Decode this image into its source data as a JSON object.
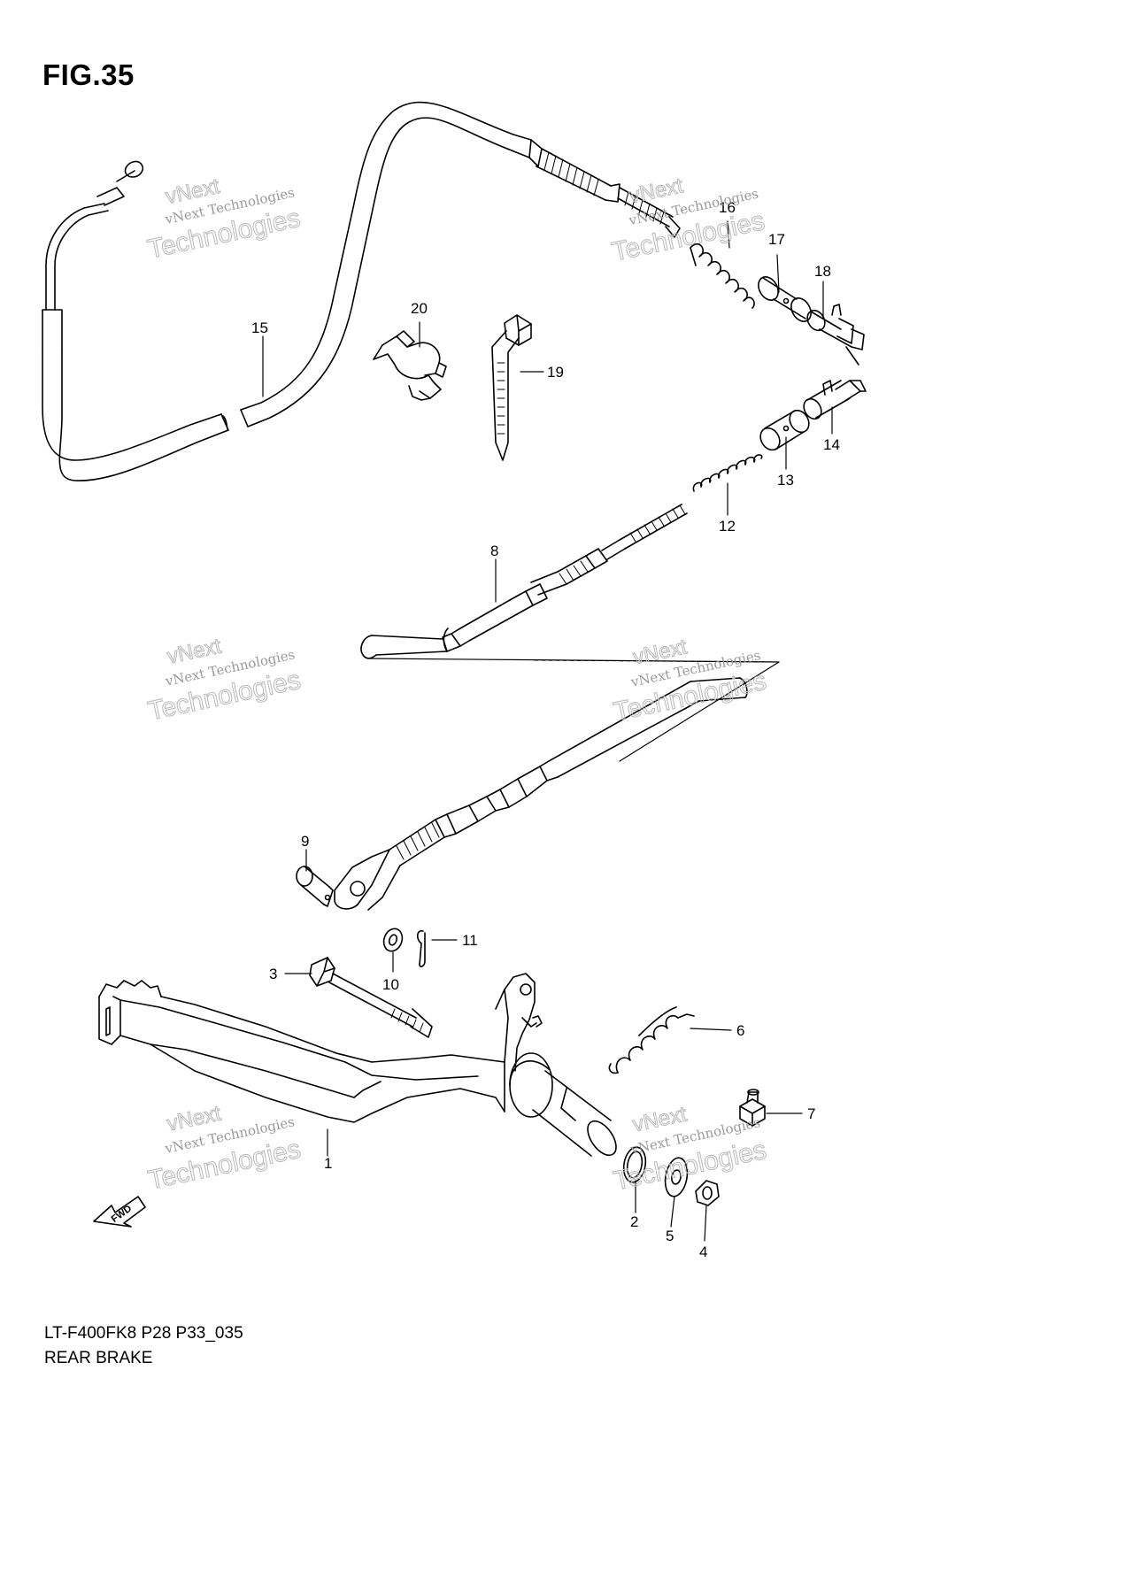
{
  "figure": {
    "title": "FIG.35",
    "model_code": "LT-F400FK8 P28 P33_035",
    "section_name": "REAR BRAKE"
  },
  "direction_marker": {
    "label": "FWD",
    "icon": "forward-arrow-icon"
  },
  "watermark": {
    "line_small": "vNext Technologies",
    "line_large_top": "vNext",
    "line_large_bottom": "Technologies"
  },
  "callouts": [
    {
      "id": "1",
      "label": "1"
    },
    {
      "id": "2",
      "label": "2"
    },
    {
      "id": "3",
      "label": "3"
    },
    {
      "id": "4",
      "label": "4"
    },
    {
      "id": "5",
      "label": "5"
    },
    {
      "id": "6",
      "label": "6"
    },
    {
      "id": "7",
      "label": "7"
    },
    {
      "id": "8",
      "label": "8"
    },
    {
      "id": "9",
      "label": "9"
    },
    {
      "id": "10",
      "label": "10"
    },
    {
      "id": "11",
      "label": "11"
    },
    {
      "id": "12",
      "label": "12"
    },
    {
      "id": "13",
      "label": "13"
    },
    {
      "id": "14",
      "label": "14"
    },
    {
      "id": "15",
      "label": "15"
    },
    {
      "id": "16",
      "label": "16"
    },
    {
      "id": "17",
      "label": "17"
    },
    {
      "id": "18",
      "label": "18"
    },
    {
      "id": "19",
      "label": "19"
    },
    {
      "id": "20",
      "label": "20"
    }
  ],
  "colors": {
    "line": "#000000",
    "background": "#ffffff",
    "watermark": "#9a9a9a"
  }
}
